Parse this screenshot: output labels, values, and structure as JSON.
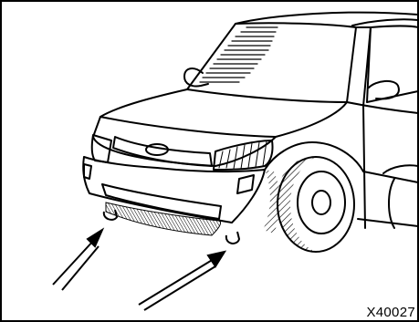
{
  "figure": {
    "code": "X40027",
    "subject": "car-front-three-quarter-illustration",
    "callouts": [
      "towing-eyelet-front-left-arrow",
      "towing-eyelet-front-center-arrow"
    ]
  }
}
